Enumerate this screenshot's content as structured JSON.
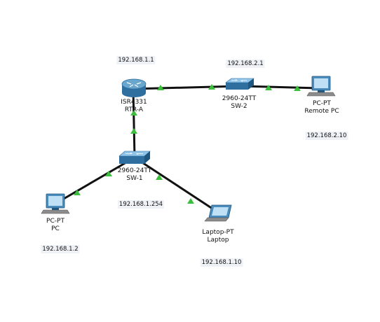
{
  "devices": {
    "router": {
      "model": "ISR4331",
      "name": "RTR-A"
    },
    "sw2": {
      "model": "2960-24TT",
      "name": "SW-2"
    },
    "remote_pc": {
      "model": "PC-PT",
      "name": "Remote PC"
    },
    "sw1": {
      "model": "2960-24TT",
      "name": "SW-1"
    },
    "pc": {
      "model": "PC-PT",
      "name": "PC"
    },
    "laptop": {
      "model": "Laptop-PT",
      "name": "Laptop"
    }
  },
  "ip_labels": {
    "router_ip": "192.168.1.1",
    "sw2_ip": "192.168.2.1",
    "remote_pc_ip": "192.168.2.10",
    "sw1_ip": "192.168.1.254",
    "pc_ip": "192.168.1.2",
    "laptop_ip": "192.168.1.10"
  },
  "colors": {
    "link": "#111111",
    "link_status_up": "#3cbf3c",
    "device_blue": "#3b7fb0",
    "label_bg": "#eef2f7"
  }
}
